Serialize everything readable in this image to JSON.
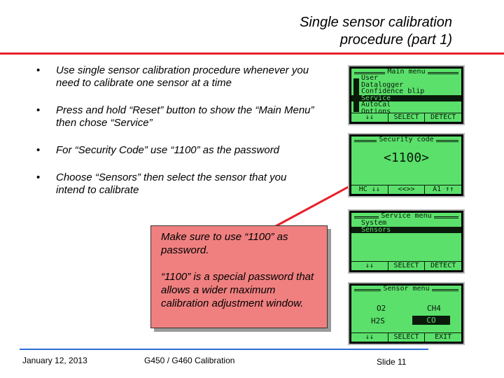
{
  "title": {
    "line1": "Single sensor calibration",
    "line2": "procedure (part 1)"
  },
  "bullets": [
    {
      "marker": "•",
      "text": "Use single sensor calibration procedure whenever you need to calibrate one sensor at a time"
    },
    {
      "marker": "•",
      "text": "Press and hold “Reset” button to show the “Main Menu” then chose “Service”"
    },
    {
      "marker": "•",
      "text": "For “Security Code” use “1100” as the password"
    },
    {
      "marker": "•",
      "text": "Choose “Sensors” then select the sensor that you intend to calibrate"
    }
  ],
  "callout": {
    "line1": "Make sure to use “1100” as password.",
    "line2": "“1100” is a special password that allows a wider maximum calibration adjustment window."
  },
  "screens": {
    "main_menu": {
      "title": "Main menu",
      "items": [
        "User",
        "Datalogger",
        "Confidence blip",
        "Service",
        "AutoCal",
        "Options"
      ],
      "selected_index": 3,
      "footer": [
        "↓↓",
        "SELECT",
        "DETECT"
      ]
    },
    "security_code": {
      "title": "Security code",
      "code": "<1100>",
      "footer": [
        "HC ↓↓",
        "<<>>",
        "A1 ↑↑"
      ]
    },
    "service_menu": {
      "title": "Service menu",
      "items": [
        "System",
        "Sensors"
      ],
      "selected_index": 1,
      "footer": [
        "↓↓",
        "SELECT",
        "DETECT"
      ]
    },
    "sensor_menu": {
      "title": "Sensor menu",
      "sensors": [
        "O2",
        "CH4",
        "H2S",
        "CO"
      ],
      "selected": "CO",
      "footer": [
        "↓↓",
        "SELECT",
        "EXIT"
      ]
    }
  },
  "colors": {
    "accent_red": "#e8202a",
    "lcd_green": "#5be06b",
    "callout_fill": "#f08080",
    "footer_rule": "#2c6ed5"
  },
  "footer": {
    "date": "January 12, 2013",
    "product": "G450 / G460 Calibration",
    "slide": "Slide 11"
  }
}
